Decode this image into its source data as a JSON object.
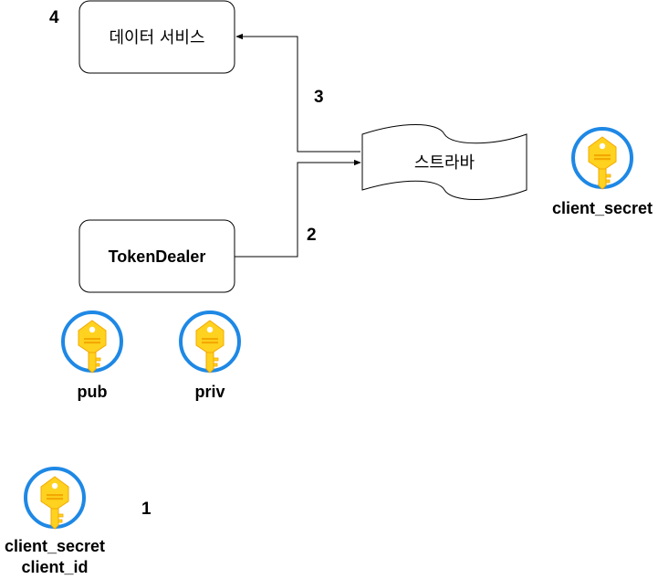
{
  "nodes": {
    "data_service": "데이터 서비스",
    "token_dealer": "TokenDealer",
    "strava": "스트라바"
  },
  "steps": {
    "s1": "1",
    "s2": "2",
    "s3": "3",
    "s4": "4"
  },
  "keys": {
    "pub": "pub",
    "priv": "priv",
    "strava_secret": "client_secret",
    "client_secret": "client_secret",
    "client_id": "client_id"
  },
  "colors": {
    "key_ring": "#1e88e5",
    "key_fill": "#ffd21f",
    "key_shade": "#f3a800"
  }
}
